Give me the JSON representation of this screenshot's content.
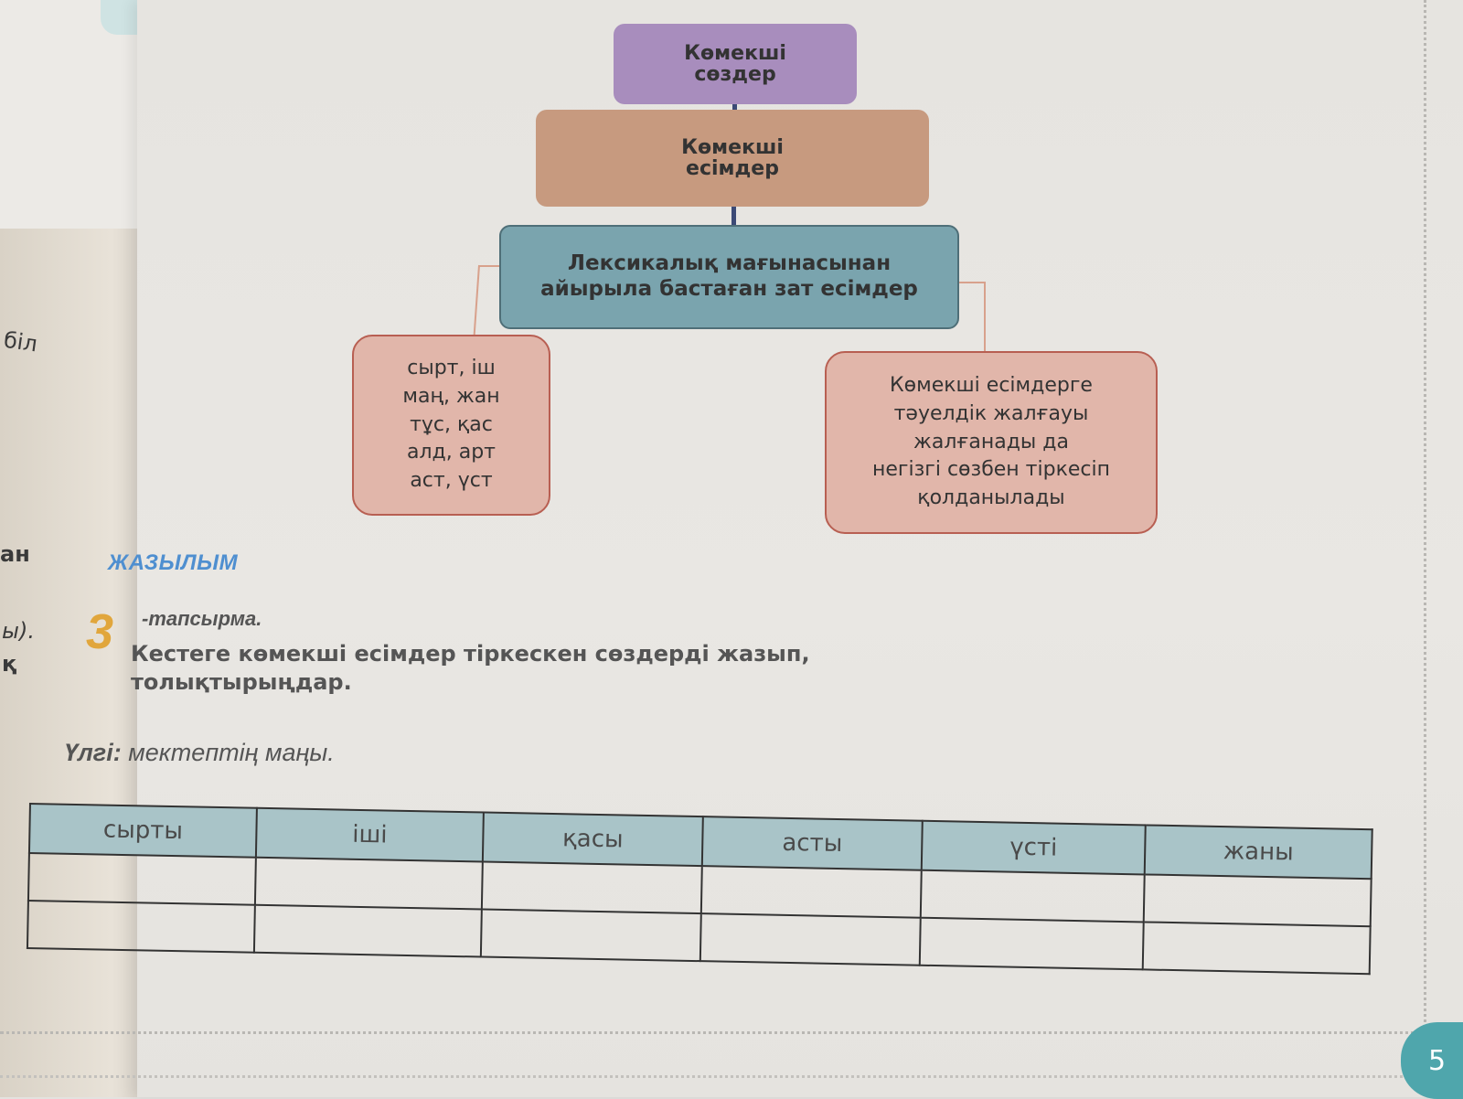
{
  "left_fragments": [
    "біл",
    "ан",
    "ы).",
    "қ"
  ],
  "diagram": {
    "root": "Көмекші\nсөздер",
    "level2": "Көмекші\nесімдер",
    "level3": "Лексикалық мағынасынан\nайырыла бастаған зат есімдер",
    "left_leaf": "сырт, іш\nмаң, жан\nтұс, қас\nалд, арт\nаст, үст",
    "right_leaf": "Көмекші есімдерге\nтәуелдік жалғауы\nжалғанады да\nнегізгі сөзбен тіркесіп\nқолданылады"
  },
  "section": {
    "title": "ЖАЗЫЛЫМ"
  },
  "task": {
    "number": "3",
    "label": "-тапсырма.",
    "text": "Кестеге көмекші есімдер тіркескен сөздерді жазып,\nтолықтырыңдар."
  },
  "example": {
    "label": "Үлгі:",
    "text": "мектептің маңы."
  },
  "table": {
    "headers": [
      "сырты",
      "іші",
      "қасы",
      "асты",
      "үсті",
      "жаны"
    ],
    "rows": [
      [
        "",
        "",
        "",
        "",
        "",
        ""
      ],
      [
        "",
        "",
        "",
        "",
        "",
        ""
      ]
    ]
  },
  "page_number": "5",
  "colors": {
    "root_box": "#a88dbd",
    "level2_box": "#c79a7f",
    "level3_box": "#7aa4ae",
    "leaf_box": "#e1b6aa",
    "section_title": "#4f8fd0",
    "task_number": "#e1a63c",
    "table_header": "#a9c4c8",
    "page_badge": "#4fa6ac"
  }
}
